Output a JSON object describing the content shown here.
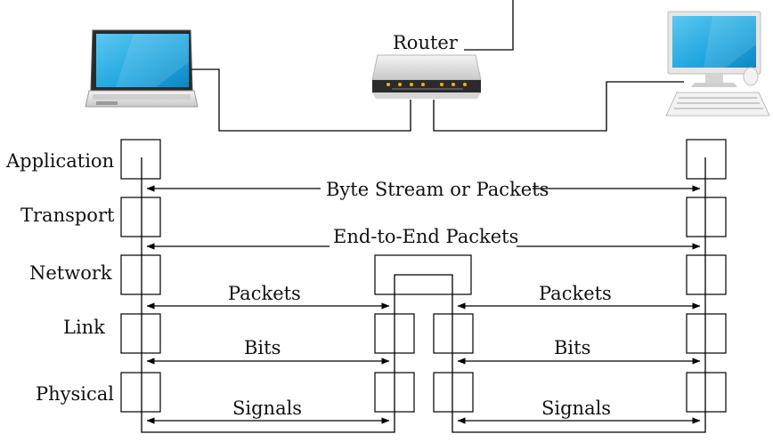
{
  "router_label": "Router",
  "layers": [
    "Application",
    "Transport",
    "Network",
    "Link",
    "Physical"
  ],
  "arrows": {
    "application": "Byte Stream or Packets",
    "transport": "End-to-End Packets",
    "network_left": "Packets",
    "network_right": "Packets",
    "link_left": "Bits",
    "link_right": "Bits",
    "physical_left": "Signals",
    "physical_right": "Signals"
  },
  "devices": {
    "left": "laptop-icon",
    "middle": "router-icon",
    "right": "desktop-computer-icon"
  },
  "colors": {
    "screen": "#1fa6df",
    "line": "#000000",
    "router_led": "#f0b400"
  }
}
